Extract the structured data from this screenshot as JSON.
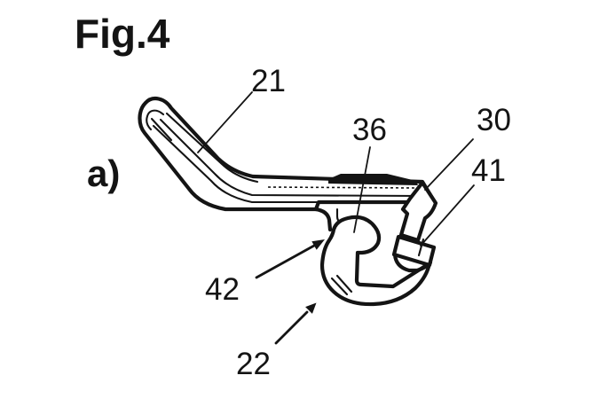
{
  "figure": {
    "title": "Fig.4",
    "panel_label": "a)",
    "ink_color": "#141414",
    "background_color": "#ffffff",
    "reference_numerals": {
      "r21": "21",
      "r36": "36",
      "r30": "30",
      "r41": "41",
      "r42": "42",
      "r22": "22"
    }
  }
}
